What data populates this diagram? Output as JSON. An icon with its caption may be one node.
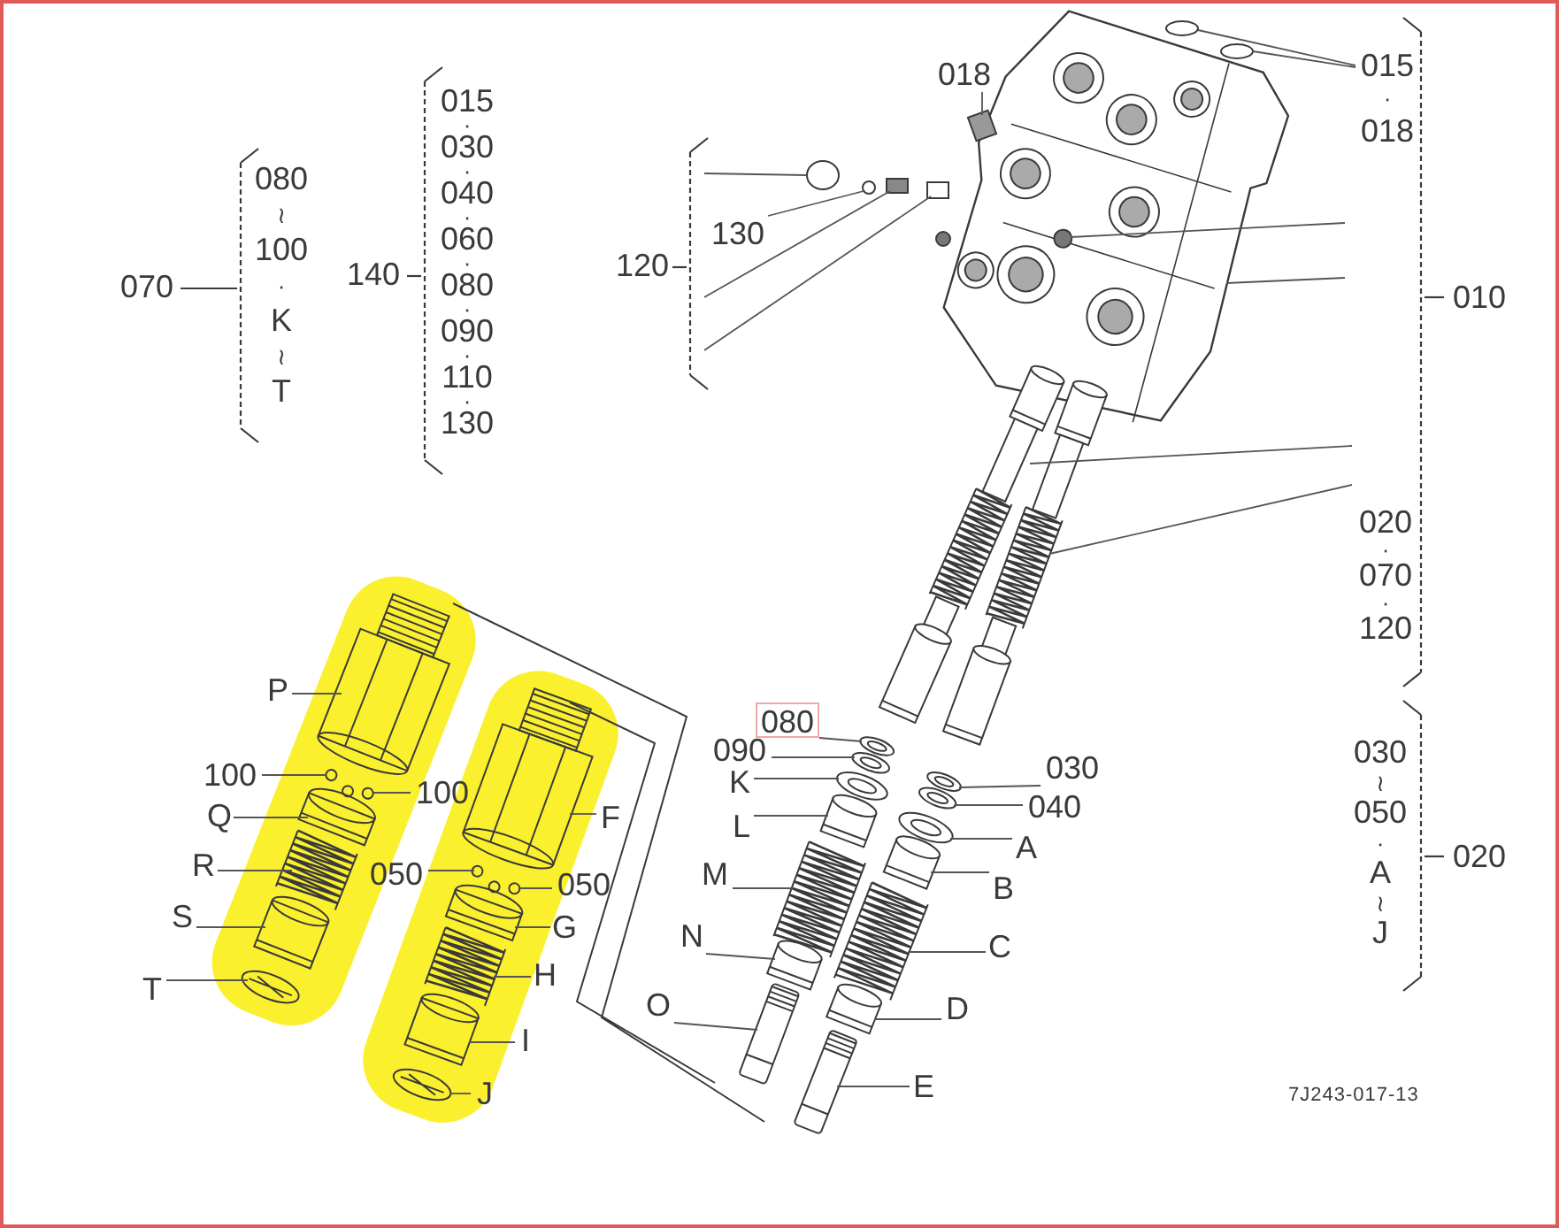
{
  "diagram": {
    "nodes": [
      {
        "text": [
          "070",
          "080 ≀ 100 · K ≀ T"
        ]
      },
      {
        "text": [
          "140",
          "015 · 030 · 040 · 060 · 080 · 090 · 110 · 130"
        ]
      },
      {
        "text": [
          "018"
        ]
      },
      {
        "text": [
          "120"
        ]
      },
      {
        "text": [
          "130"
        ]
      },
      {
        "text": [
          "010"
        ]
      },
      {
        "text": [
          "015 · 018"
        ],
        "in": 5
      },
      {
        "text": [
          "020 · 070 · 120"
        ],
        "in": 5
      },
      {
        "text": [
          "P"
        ]
      },
      {
        "text": [
          "100"
        ]
      },
      {
        "text": [
          "100"
        ]
      },
      {
        "text": [
          "Q"
        ]
      },
      {
        "text": [
          "R"
        ]
      },
      {
        "text": [
          "S"
        ]
      },
      {
        "text": [
          "T"
        ]
      },
      {
        "text": [
          "F"
        ]
      },
      {
        "text": [
          "050"
        ]
      },
      {
        "text": [
          "050"
        ]
      },
      {
        "text": [
          "G"
        ]
      },
      {
        "text": [
          "H"
        ]
      },
      {
        "text": [
          "I"
        ]
      },
      {
        "text": [
          "J"
        ]
      },
      {
        "text": [
          "080"
        ]
      },
      {
        "text": [
          "090"
        ]
      },
      {
        "text": [
          "K"
        ]
      },
      {
        "text": [
          "L"
        ]
      },
      {
        "text": [
          "M"
        ]
      },
      {
        "text": [
          "N"
        ]
      },
      {
        "text": [
          "O"
        ]
      },
      {
        "text": [
          "030"
        ]
      },
      {
        "text": [
          "040"
        ]
      },
      {
        "text": [
          "A"
        ]
      },
      {
        "text": [
          "B"
        ]
      },
      {
        "text": [
          "C"
        ]
      },
      {
        "text": [
          "D"
        ]
      },
      {
        "text": [
          "E"
        ]
      },
      {
        "text": [
          "030 ≀ 050 · A ≀ J",
          "020"
        ]
      },
      {
        "text": [],
        "shape": "box"
      },
      {
        "text": [],
        "shape": "circle"
      },
      {
        "text": [],
        "shape": "box"
      },
      {
        "text": [],
        "shape": "box"
      },
      {
        "text": [],
        "shape": "circle"
      },
      {
        "text": [],
        "shape": "circle",
        "in": 43
      },
      {
        "text": [],
        "shape": "picture"
      },
      {
        "text": [],
        "shape": "circle"
      },
      {
        "text": [],
        "shape": "circle"
      },
      {
        "text": [],
        "shape": "picture"
      },
      {
        "text": [],
        "shape": "picture"
      },
      {
        "text": [],
        "shape": "picture"
      },
      {
        "text": [],
        "shape": "circle"
      },
      {
        "text": [],
        "shape": "circle"
      },
      {
        "text": [],
        "shape": "picture"
      },
      {
        "text": [],
        "shape": "picture"
      },
      {
        "text": [],
        "shape": "picture"
      },
      {
        "text": [],
        "shape": "picture"
      },
      {
        "text": [],
        "shape": "picture"
      },
      {
        "text": [],
        "shape": "circle"
      },
      {
        "text": [],
        "shape": "circle"
      },
      {
        "text": [],
        "shape": "picture"
      },
      {
        "text": [],
        "shape": "picture"
      },
      {
        "text": [],
        "shape": "picture"
      },
      {
        "text": [],
        "shape": "picture"
      },
      {
        "text": [],
        "shape": "picture"
      },
      {
        "text": [],
        "shape": "picture"
      },
      {
        "text": [],
        "shape": "picture"
      },
      {
        "text": [],
        "shape": "picture"
      },
      {
        "text": [],
        "shape": "picture"
      },
      {
        "text": [],
        "shape": "picture"
      },
      {
        "text": [],
        "shape": "picture"
      },
      {
        "text": [],
        "shape": "picture"
      },
      {
        "text": [],
        "shape": "picture"
      },
      {
        "text": [],
        "shape": "picture"
      },
      {
        "text": [],
        "shape": "picture"
      },
      {
        "text": [],
        "shape": "picture"
      },
      {
        "text": [],
        "shape": "picture"
      },
      {
        "text": [],
        "shape": "picture"
      }
    ],
    "edges": [
      {
        "from": 2,
        "to": 37,
        "arrow": "none"
      },
      {
        "from": 3,
        "to": 38,
        "arrow": "none"
      },
      {
        "from": 3,
        "to": 39,
        "arrow": "none"
      },
      {
        "from": 3,
        "to": 40,
        "arrow": "none"
      },
      {
        "from": 4,
        "to": 41,
        "arrow": "none"
      },
      {
        "from": 5,
        "to": 42,
        "arrow": "none"
      },
      {
        "from": 5,
        "to": 43,
        "arrow": "none"
      },
      {
        "from": 6,
        "to": 44,
        "arrow": "none"
      },
      {
        "from": 6,
        "to": 45,
        "arrow": "none"
      },
      {
        "from": 7,
        "to": 46,
        "arrow": "none"
      },
      {
        "from": 7,
        "to": 47,
        "arrow": "none"
      },
      {
        "from": 8,
        "to": 48,
        "arrow": "none"
      },
      {
        "from": 9,
        "to": 49,
        "arrow": "none"
      },
      {
        "from": 10,
        "to": 50,
        "arrow": "none"
      },
      {
        "from": 11,
        "to": 51,
        "arrow": "none"
      },
      {
        "from": 12,
        "to": 52,
        "arrow": "none"
      },
      {
        "from": 13,
        "to": 53,
        "arrow": "none"
      },
      {
        "from": 14,
        "to": 54,
        "arrow": "none"
      },
      {
        "from": 15,
        "to": 55,
        "arrow": "none"
      },
      {
        "from": 16,
        "to": 56,
        "arrow": "none"
      },
      {
        "from": 17,
        "to": 57,
        "arrow": "none"
      },
      {
        "from": 18,
        "to": 58,
        "arrow": "none"
      },
      {
        "from": 19,
        "to": 59,
        "arrow": "none"
      },
      {
        "from": 20,
        "to": 60,
        "arrow": "none"
      },
      {
        "from": 21,
        "to": 61,
        "arrow": "none"
      },
      {
        "from": 22,
        "to": 62,
        "arrow": "none"
      },
      {
        "from": 23,
        "to": 63,
        "arrow": "none"
      },
      {
        "from": 24,
        "to": 64,
        "arrow": "none"
      },
      {
        "from": 25,
        "to": 65,
        "arrow": "none"
      },
      {
        "from": 26,
        "to": 66,
        "arrow": "none"
      },
      {
        "from": 27,
        "to": 67,
        "arrow": "none"
      },
      {
        "from": 28,
        "to": 68,
        "arrow": "none"
      },
      {
        "from": 29,
        "to": 69,
        "arrow": "none"
      },
      {
        "from": 30,
        "to": 70,
        "arrow": "none"
      },
      {
        "from": 31,
        "to": 71,
        "arrow": "none"
      },
      {
        "from": 32,
        "to": 72,
        "arrow": "none"
      },
      {
        "from": 33,
        "to": 73,
        "arrow": "none"
      },
      {
        "from": 34,
        "to": 74,
        "arrow": "none"
      },
      {
        "from": 35,
        "to": 75,
        "arrow": "none"
      }
    ],
    "labels": [
      "7J243-017-13"
    ]
  }
}
